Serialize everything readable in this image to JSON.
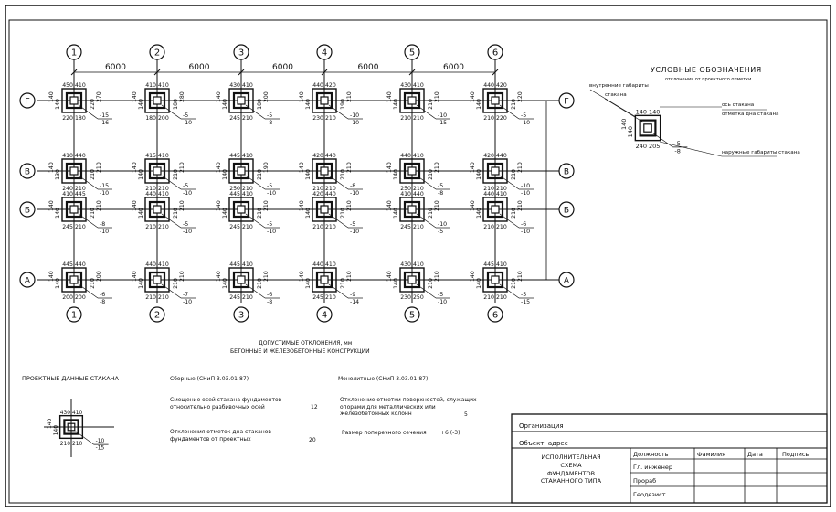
{
  "axes": {
    "columns": [
      "1",
      "2",
      "3",
      "4",
      "5",
      "6"
    ],
    "rows": [
      "Г",
      "В",
      "Б",
      "А"
    ],
    "spacing_labels": [
      "6000",
      "6000",
      "6000",
      "6000",
      "6000"
    ]
  },
  "foundations": [
    {
      "col": "1",
      "row": "Г",
      "top": [
        "450",
        "410"
      ],
      "left": [
        "140",
        "140"
      ],
      "right": [
        "220",
        "270"
      ],
      "bottom": [
        "220",
        "180"
      ],
      "marks": [
        "-15",
        "-16"
      ]
    },
    {
      "col": "2",
      "row": "Г",
      "top": [
        "410",
        "410"
      ],
      "left": [
        "140",
        "140"
      ],
      "right": [
        "180",
        "280"
      ],
      "bottom": [
        "180",
        "200"
      ],
      "marks": [
        "-5",
        "-10"
      ]
    },
    {
      "col": "3",
      "row": "Г",
      "top": [
        "430",
        "410"
      ],
      "left": [
        "140",
        "140"
      ],
      "right": [
        "180",
        "200"
      ],
      "bottom": [
        "245",
        "210"
      ],
      "marks": [
        "-5",
        "-8"
      ]
    },
    {
      "col": "4",
      "row": "Г",
      "top": [
        "440",
        "420"
      ],
      "left": [
        "140",
        "140"
      ],
      "right": [
        "190",
        "210"
      ],
      "bottom": [
        "230",
        "210"
      ],
      "marks": [
        "-10",
        "-10"
      ]
    },
    {
      "col": "5",
      "row": "Г",
      "top": [
        "430",
        "410"
      ],
      "left": [
        "140",
        "140"
      ],
      "right": [
        "210",
        "210"
      ],
      "bottom": [
        "210",
        "210"
      ],
      "marks": [
        "-10",
        "-15"
      ]
    },
    {
      "col": "6",
      "row": "Г",
      "top": [
        "440",
        "420"
      ],
      "left": [
        "140",
        "140"
      ],
      "right": [
        "210",
        "220"
      ],
      "bottom": [
        "210",
        "220"
      ],
      "marks": [
        "-5",
        "-10"
      ]
    },
    {
      "col": "1",
      "row": "В",
      "top": [
        "410",
        "440"
      ],
      "left": [
        "130",
        "140"
      ],
      "right": [
        "210",
        "210"
      ],
      "bottom": [
        "240",
        "210"
      ],
      "marks": [
        "-15",
        "-10"
      ]
    },
    {
      "col": "2",
      "row": "В",
      "top": [
        "415",
        "410"
      ],
      "left": [
        "140",
        "140"
      ],
      "right": [
        "210",
        "210"
      ],
      "bottom": [
        "210",
        "210"
      ],
      "marks": [
        "-5",
        "-10"
      ]
    },
    {
      "col": "3",
      "row": "В",
      "top": [
        "445",
        "410"
      ],
      "left": [
        "140",
        "140"
      ],
      "right": [
        "210",
        "190"
      ],
      "bottom": [
        "250",
        "210"
      ],
      "marks": [
        "-5",
        "-10"
      ]
    },
    {
      "col": "4",
      "row": "В",
      "top": [
        "420",
        "440"
      ],
      "left": [
        "140",
        "140"
      ],
      "right": [
        "210",
        "210"
      ],
      "bottom": [
        "210",
        "210"
      ],
      "marks": [
        "-8",
        "-10"
      ]
    },
    {
      "col": "5",
      "row": "В",
      "top": [
        "440",
        "410"
      ],
      "left": [
        "140",
        "140"
      ],
      "right": [
        "210",
        "210"
      ],
      "bottom": [
        "250",
        "210"
      ],
      "marks": [
        "-5",
        "-8"
      ]
    },
    {
      "col": "6",
      "row": "В",
      "top": [
        "420",
        "440"
      ],
      "left": [
        "140",
        "140"
      ],
      "right": [
        "210",
        "210"
      ],
      "bottom": [
        "210",
        "210"
      ],
      "marks": [
        "-10",
        "-10"
      ]
    },
    {
      "col": "1",
      "row": "Б",
      "top": [
        "410",
        "445"
      ],
      "left": [
        "140",
        "140"
      ],
      "right": [
        "210",
        "210"
      ],
      "bottom": [
        "245",
        "210"
      ],
      "marks": [
        "-8",
        "-10"
      ]
    },
    {
      "col": "2",
      "row": "Б",
      "top": [
        "440",
        "410"
      ],
      "left": [
        "140",
        "140"
      ],
      "right": [
        "210",
        "210"
      ],
      "bottom": [
        "210",
        "210"
      ],
      "marks": [
        "-5",
        "-10"
      ]
    },
    {
      "col": "3",
      "row": "Б",
      "top": [
        "445",
        "410"
      ],
      "left": [
        "140",
        "140"
      ],
      "right": [
        "210",
        "210"
      ],
      "bottom": [
        "245",
        "210"
      ],
      "marks": [
        "-5",
        "-10"
      ]
    },
    {
      "col": "4",
      "row": "Б",
      "top": [
        "420",
        "440"
      ],
      "left": [
        "140",
        "140"
      ],
      "right": [
        "210",
        "210"
      ],
      "bottom": [
        "210",
        "210"
      ],
      "marks": [
        "-5",
        "-10"
      ]
    },
    {
      "col": "5",
      "row": "Б",
      "top": [
        "410",
        "440"
      ],
      "left": [
        "140",
        "140"
      ],
      "right": [
        "210",
        "210"
      ],
      "bottom": [
        "245",
        "210"
      ],
      "marks": [
        "-10",
        "-5"
      ]
    },
    {
      "col": "6",
      "row": "Б",
      "top": [
        "440",
        "410"
      ],
      "left": [
        "140",
        "140"
      ],
      "right": [
        "210",
        "210"
      ],
      "bottom": [
        "210",
        "210"
      ],
      "marks": [
        "-6",
        "-10"
      ]
    },
    {
      "col": "1",
      "row": "А",
      "top": [
        "445",
        "440"
      ],
      "left": [
        "140",
        "140"
      ],
      "right": [
        "210",
        "200"
      ],
      "bottom": [
        "200",
        "200"
      ],
      "marks": [
        "-6",
        "-8"
      ]
    },
    {
      "col": "2",
      "row": "А",
      "top": [
        "440",
        "410"
      ],
      "left": [
        "140",
        "140"
      ],
      "right": [
        "210",
        "210"
      ],
      "bottom": [
        "210",
        "210"
      ],
      "marks": [
        "-7",
        "-10"
      ]
    },
    {
      "col": "3",
      "row": "А",
      "top": [
        "445",
        "410"
      ],
      "left": [
        "140",
        "140"
      ],
      "right": [
        "210",
        "210"
      ],
      "bottom": [
        "245",
        "210"
      ],
      "marks": [
        "-6",
        "-8"
      ]
    },
    {
      "col": "4",
      "row": "А",
      "top": [
        "440",
        "410"
      ],
      "left": [
        "140",
        "140"
      ],
      "right": [
        "210",
        "210"
      ],
      "bottom": [
        "245",
        "210"
      ],
      "marks": [
        "-9",
        "-14"
      ]
    },
    {
      "col": "5",
      "row": "А",
      "top": [
        "430",
        "410"
      ],
      "left": [
        "140",
        "140"
      ],
      "right": [
        "210",
        "210"
      ],
      "bottom": [
        "230",
        "250"
      ],
      "marks": [
        "-5",
        "-10"
      ]
    },
    {
      "col": "6",
      "row": "А",
      "top": [
        "445",
        "410"
      ],
      "left": [
        "140",
        "140"
      ],
      "right": [
        "210",
        "210"
      ],
      "bottom": [
        "210",
        "210"
      ],
      "marks": [
        "-5",
        "-15"
      ]
    }
  ],
  "legend": {
    "title": "УСЛОВНЫЕ ОБОЗНАЧЕНИЯ",
    "subtitle": "отклонения от проектного отметки",
    "labels": [
      "внутренние габариты",
      "стакана",
      "ось стакана",
      "отметка дна стакана",
      "наружные габариты стакана"
    ],
    "sample": {
      "top": [
        "140",
        "140"
      ],
      "left": [
        "140",
        "140"
      ],
      "bottom": [
        "240",
        "205"
      ],
      "marks": [
        "-5",
        "-8"
      ]
    }
  },
  "tolerances": {
    "title_line1": "ДОПУСТИМЫЕ ОТКЛОНЕНИЯ, мм",
    "title_line2": "БЕТОННЫЕ И ЖЕЛЕЗОБЕТОННЫЕ КОНСТРУКЦИИ",
    "project_title": "ПРОЕКТНЫЕ ДАННЫЕ СТАКАНА",
    "prefab_title": "Сборные (СНиП 3.03.01-87)",
    "prefab_item1": "Смещение осей стакана фундаментов относительно разбивочных осей",
    "prefab_item1_value": "12",
    "prefab_item2": "Отклонения отметок дна стаканов фундаментов от проектных",
    "prefab_item2_value": "20",
    "mono_title": "Монолитные (СНиП 3.03.01-87)",
    "mono_item1": "Отклонение отметки поверхностей, служащих опорами для металлических или железобетонных колонн",
    "mono_item1_value": "5",
    "mono_item2": "Размер поперечного сечения",
    "mono_item2_value": "+6 (-3)",
    "sample": {
      "top": [
        "430",
        "410"
      ],
      "left": [
        "140",
        "140"
      ],
      "bottom": [
        "210",
        "210"
      ],
      "marks": [
        "-10",
        "-15"
      ]
    }
  },
  "title_block": {
    "organization": "Организация",
    "object": "Объект, адрес",
    "drawing_title": [
      "ИСПОЛНИТЕЛЬНАЯ",
      "СХЕМА",
      "ФУНДАМЕНТОВ",
      "СТАКАННОГО ТИПА"
    ],
    "headers": [
      "Должность",
      "Фамилия",
      "Дата",
      "Подпись"
    ],
    "positions": [
      "Гл. инженер",
      "Прораб",
      "Геодезист"
    ]
  }
}
